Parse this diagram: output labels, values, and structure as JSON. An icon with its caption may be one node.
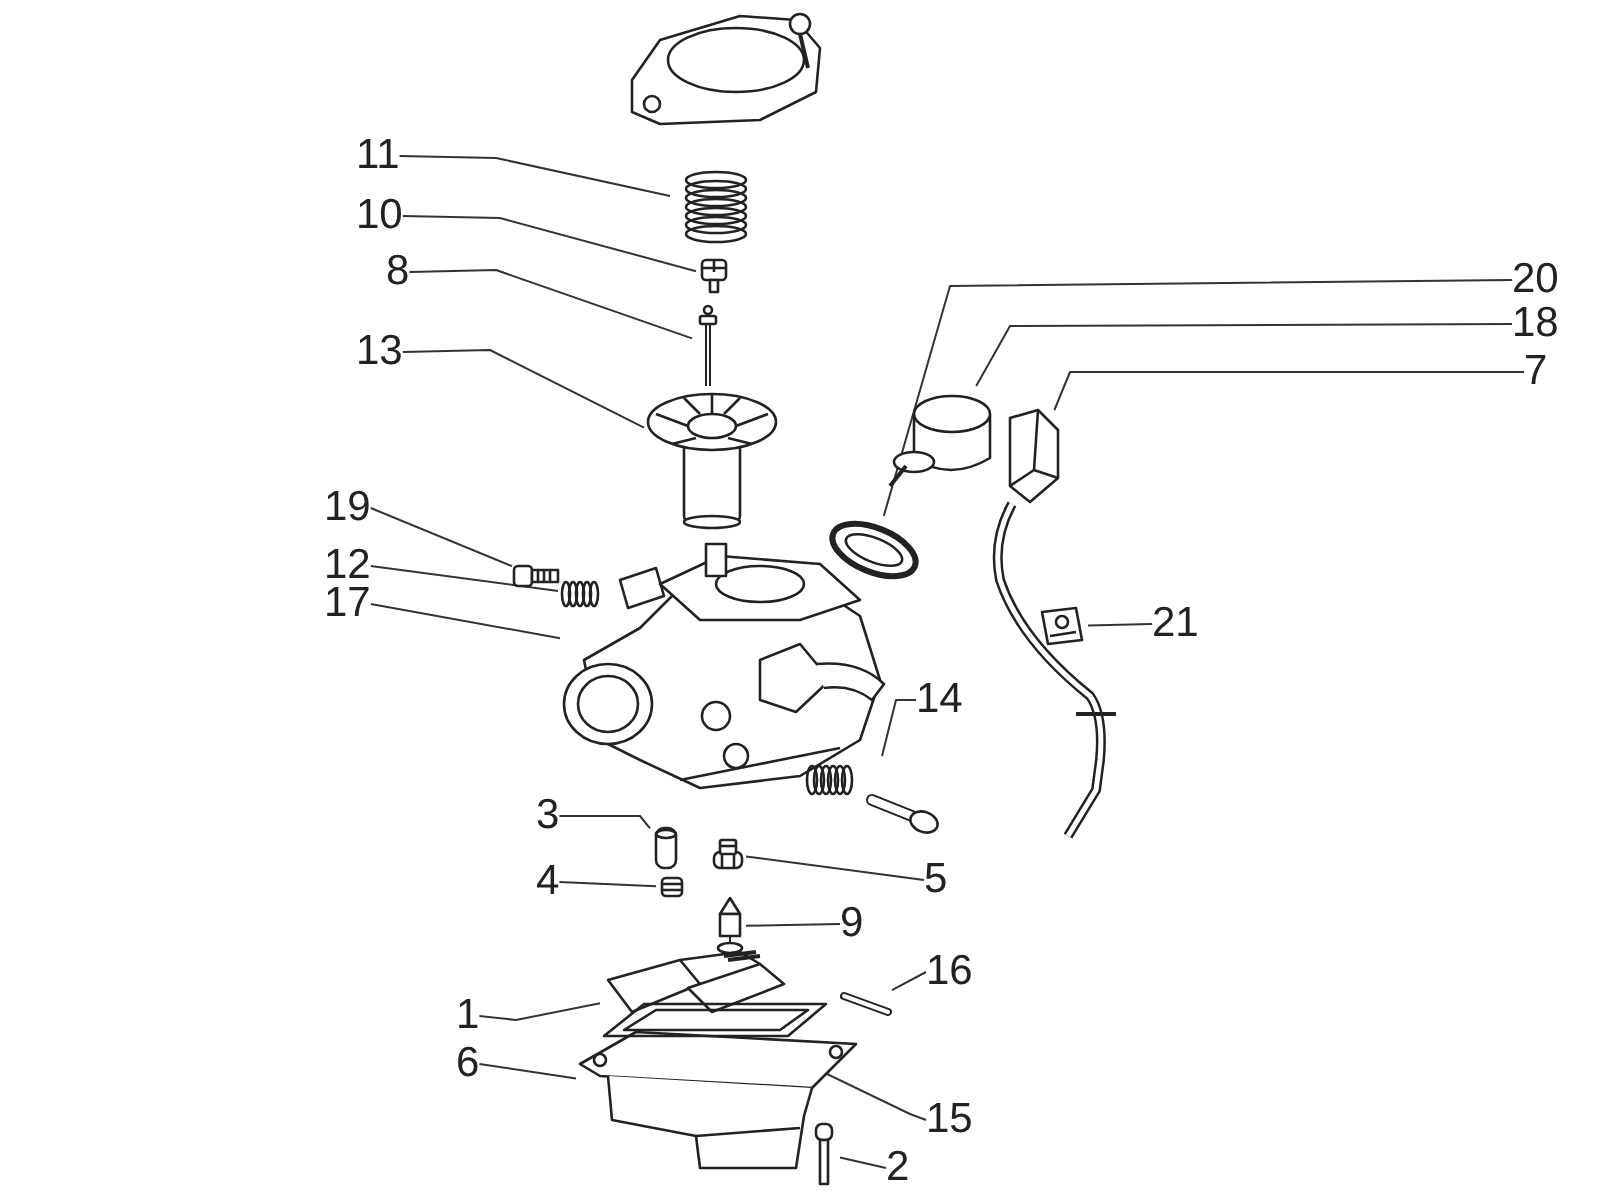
{
  "diagram": {
    "nodes": [
      {
        "text": [
          "11"
        ]
      },
      {
        "text": [
          "10"
        ]
      },
      {
        "text": [
          "8"
        ]
      },
      {
        "text": [
          "13"
        ]
      },
      {
        "text": [
          "20"
        ]
      },
      {
        "text": [
          "18"
        ]
      },
      {
        "text": [
          "7"
        ]
      },
      {
        "text": [
          "19"
        ]
      },
      {
        "text": [
          "12"
        ]
      },
      {
        "text": [
          "17"
        ]
      },
      {
        "text": [
          "21"
        ]
      },
      {
        "text": [
          "14"
        ]
      },
      {
        "text": [
          "3"
        ]
      },
      {
        "text": [
          "4"
        ]
      },
      {
        "text": [
          "5"
        ]
      },
      {
        "text": [
          "9"
        ]
      },
      {
        "text": [
          "16"
        ]
      },
      {
        "text": [
          "1"
        ]
      },
      {
        "text": [
          "6"
        ]
      },
      {
        "text": [
          "15"
        ]
      },
      {
        "text": [
          "2"
        ]
      },
      {
        "text": [],
        "shape": "picture"
      },
      {
        "text": [],
        "shape": "picture"
      },
      {
        "text": [],
        "shape": "picture"
      },
      {
        "text": [],
        "shape": "picture"
      },
      {
        "text": [],
        "shape": "picture"
      },
      {
        "text": [],
        "shape": "picture"
      },
      {
        "text": [],
        "shape": "picture"
      },
      {
        "text": [],
        "shape": "picture"
      },
      {
        "text": [],
        "shape": "picture"
      },
      {
        "text": [],
        "shape": "picture"
      },
      {
        "text": [],
        "shape": "picture"
      },
      {
        "text": [],
        "shape": "picture"
      },
      {
        "text": [],
        "shape": "picture"
      },
      {
        "text": [],
        "shape": "picture"
      },
      {
        "text": [],
        "shape": "picture"
      },
      {
        "text": [],
        "shape": "picture"
      },
      {
        "text": [],
        "shape": "picture"
      },
      {
        "text": [],
        "shape": "picture"
      },
      {
        "text": [],
        "shape": "picture"
      },
      {
        "text": [],
        "shape": "picture"
      },
      {
        "text": [],
        "shape": "picture"
      }
    ],
    "edges": [
      {
        "from": 0,
        "to": 21,
        "arrow": "none"
      },
      {
        "from": 1,
        "to": 22,
        "arrow": "none"
      },
      {
        "from": 2,
        "to": 23,
        "arrow": "none"
      },
      {
        "from": 3,
        "to": 24,
        "arrow": "none"
      },
      {
        "from": 4,
        "to": 25,
        "arrow": "none"
      },
      {
        "from": 5,
        "to": 26,
        "arrow": "none"
      },
      {
        "from": 6,
        "to": 27,
        "arrow": "none"
      },
      {
        "from": 7,
        "to": 28,
        "arrow": "none"
      },
      {
        "from": 8,
        "to": 29,
        "arrow": "none"
      },
      {
        "from": 9,
        "to": 30,
        "arrow": "none"
      },
      {
        "from": 10,
        "to": 31,
        "arrow": "none"
      },
      {
        "from": 11,
        "to": 32,
        "arrow": "none"
      },
      {
        "from": 12,
        "to": 33,
        "arrow": "none"
      },
      {
        "from": 13,
        "to": 34,
        "arrow": "none"
      },
      {
        "from": 14,
        "to": 35,
        "arrow": "none"
      },
      {
        "from": 15,
        "to": 36,
        "arrow": "none"
      },
      {
        "from": 16,
        "to": 37,
        "arrow": "none"
      },
      {
        "from": 17,
        "to": 38,
        "arrow": "none"
      },
      {
        "from": 18,
        "to": 39,
        "arrow": "none"
      },
      {
        "from": 19,
        "to": 40,
        "arrow": "none"
      },
      {
        "from": 20,
        "to": 41,
        "arrow": "none"
      }
    ]
  }
}
